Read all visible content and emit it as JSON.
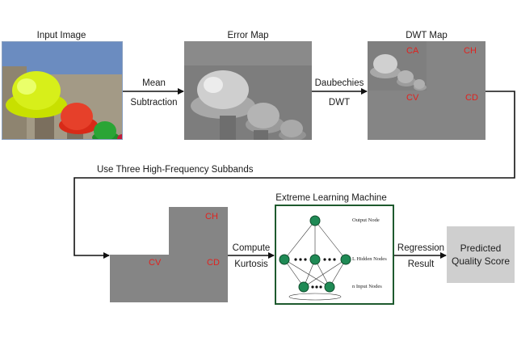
{
  "top_row": {
    "input_title": "Input Image",
    "error_title": "Error Map",
    "dwt_title": "DWT Map",
    "arrow1_line1": "Mean",
    "arrow1_line2": "Subtraction",
    "arrow2_line1": "Daubechies",
    "arrow2_line2": "DWT",
    "dwt_labels": {
      "ca": "CA",
      "ch": "CH",
      "cv": "CV",
      "cd": "CD"
    }
  },
  "connector_label": "Use Three High-Frequency Subbands",
  "bottom_row": {
    "subband_labels": {
      "ch": "CH",
      "cv": "CV",
      "cd": "CD"
    },
    "arrow3_line1": "Compute",
    "arrow3_line2": "Kurtosis",
    "elm_title": "Extreme Learning Machine",
    "elm_output_node": "Output Node",
    "elm_hidden_nodes": "L Hidden Nodes",
    "elm_input_nodes": "n Input Nodes",
    "arrow4_line1": "Regression",
    "arrow4_line2": "Result",
    "score_line1": "Predicted",
    "score_line2": "Quality Score"
  },
  "colors": {
    "accent_red": "#e0221e",
    "elm_border": "#1e5a2e",
    "node_green": "#1f8a55",
    "score_box": "#cfcfcf",
    "subband_gray": "#858585"
  }
}
